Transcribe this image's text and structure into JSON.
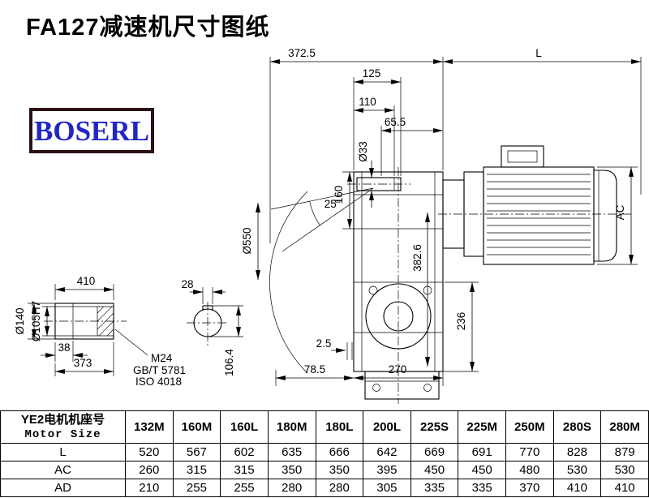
{
  "title": "FA127减速机尺寸图纸",
  "logo_text": "BOSERL",
  "dims": {
    "w372_5": "372.5",
    "L": "L",
    "w125": "125",
    "w110": "110",
    "w65_5": "65.5",
    "dia33": "Ø33",
    "h160": "160",
    "ang25": "25°",
    "dia550": "Ø550",
    "h382_6": "382.6",
    "AC": "AC",
    "h236": "236",
    "g2_5": "2.5",
    "w78_5": "78.5",
    "w270": "270",
    "w410": "410",
    "dia140": "Ø140",
    "dia105": "Ø105H7",
    "w38": "38",
    "w373": "373",
    "m24": "M24",
    "gbt": "GB/T 5781",
    "iso": "ISO 4018",
    "w28": "28",
    "h106_4": "106.4"
  },
  "table": {
    "motor_header_cn": "YE2电机机座号",
    "motor_header_en": "Motor Size",
    "sizes": [
      "132M",
      "160M",
      "160L",
      "180M",
      "180L",
      "200L",
      "225S",
      "225M",
      "250M",
      "280S",
      "280M"
    ],
    "rows": [
      {
        "label": "L",
        "values": [
          "520",
          "567",
          "602",
          "635",
          "666",
          "642",
          "669",
          "691",
          "770",
          "828",
          "879"
        ]
      },
      {
        "label": "AC",
        "values": [
          "260",
          "315",
          "315",
          "350",
          "350",
          "395",
          "450",
          "450",
          "480",
          "530",
          "530"
        ]
      },
      {
        "label": "AD",
        "values": [
          "210",
          "255",
          "255",
          "280",
          "280",
          "305",
          "335",
          "335",
          "370",
          "410",
          "410"
        ]
      }
    ]
  }
}
